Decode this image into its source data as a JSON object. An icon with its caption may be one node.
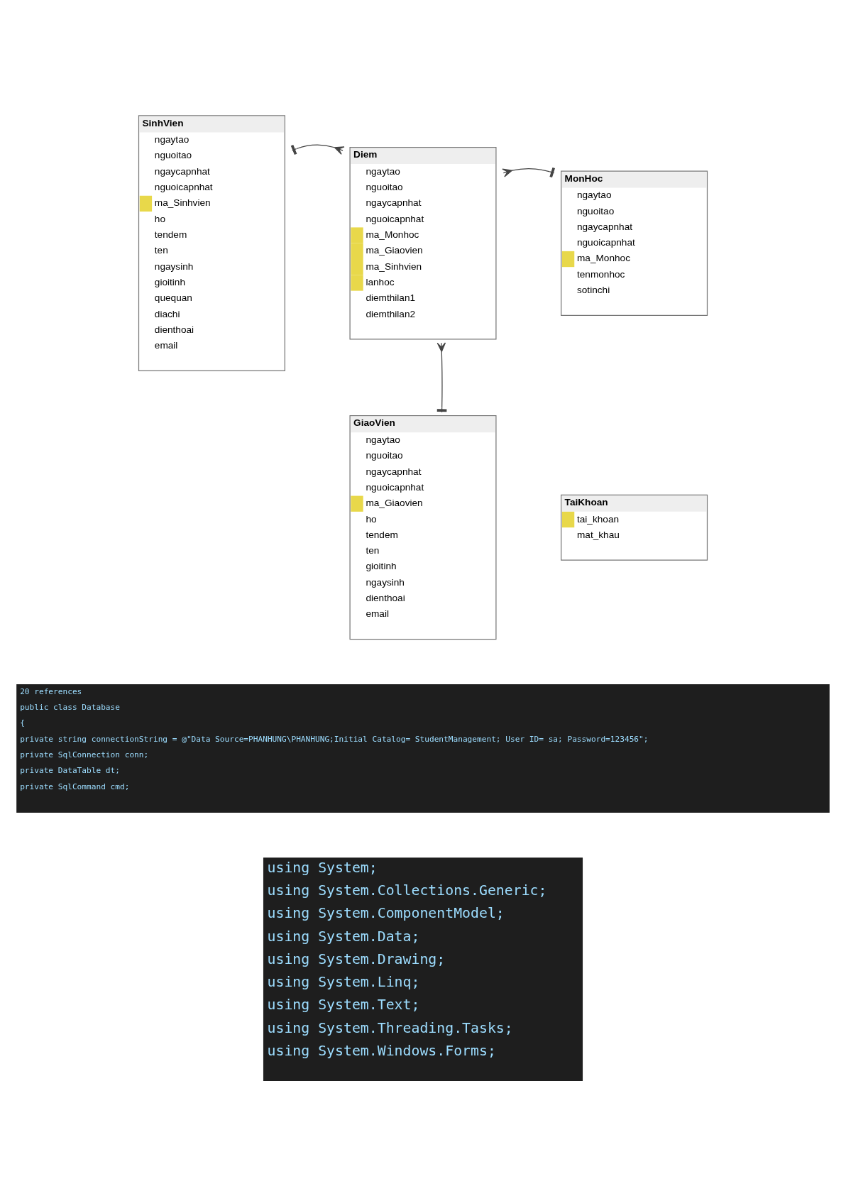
{
  "diagram": {
    "nodes": [
      {
        "text": [
          "SinhVien",
          "ngaytao",
          "nguoitao",
          "ngaycapnhat",
          "nguoicapnhat",
          "ma_Sinhvien",
          "ho",
          "tendem",
          "ten",
          "ngaysinh",
          "gioitinh",
          "quequan",
          "diachi",
          "dienthoai",
          "email"
        ]
      },
      {
        "text": [
          "Diem",
          "ngaytao",
          "nguoitao",
          "ngaycapnhat",
          "nguoicapnhat",
          "ma_Monhoc",
          "ma_Giaovien",
          "ma_Sinhvien",
          "lanhoc",
          "diemthilan1",
          "diemthilan2"
        ]
      },
      {
        "text": [
          "MonHoc",
          "ngaytao",
          "nguoitao",
          "ngaycapnhat",
          "nguoicapnhat",
          "ma_Monhoc",
          "tenmonhoc",
          "sotinchi"
        ]
      },
      {
        "text": [
          "GiaoVien",
          "ngaytao",
          "nguoitao",
          "ngaycapnhat",
          "nguoicapnhat",
          "ma_Giaovien",
          "ho",
          "tendem",
          "ten",
          "gioitinh",
          "ngaysinh",
          "dienthoai",
          "email"
        ]
      },
      {
        "text": [
          "TaiKhoan",
          "tai_khoan",
          "mat_khau"
        ]
      }
    ],
    "edges": [
      {
        "from": 0,
        "to": 1,
        "arrow": "other"
      },
      {
        "from": 2,
        "to": 1,
        "arrow": "other"
      },
      {
        "from": 3,
        "to": 1,
        "arrow": "other"
      }
    ],
    "labels": [
      "20 references",
      "public class Database",
      "{",
      "private string connectionString = @\"Data Source=PHANHUNG\\PHANHUNG;Initial Catalog= StudentManagement; User ID= sa; Password=123456\";",
      "private SqlConnection conn;",
      "private DataTable dt;",
      "private SqlCommand cmd;",
      "using System;",
      "using System.Collections.Generic;",
      "using System.ComponentModel;",
      "using System.Data;",
      "using System.Drawing;",
      "using System.Linq;",
      "using System.Text;",
      "using System.Threading.Tasks;",
      "using System.Windows.Forms;"
    ]
  }
}
